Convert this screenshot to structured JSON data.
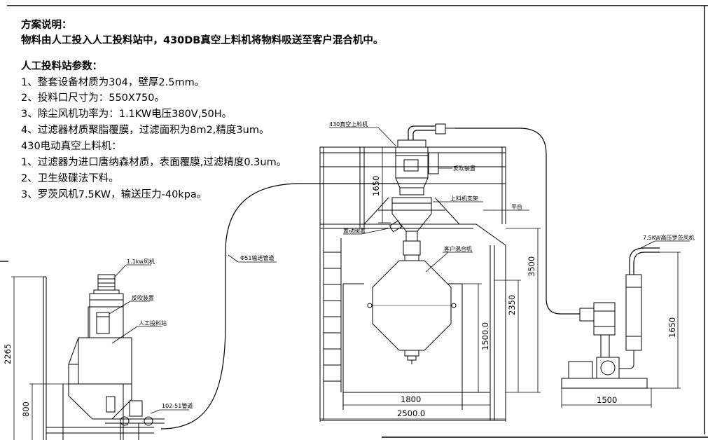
{
  "notes": {
    "scheme_title": "方案说明：",
    "scheme_desc": "物料由人工投入人工投料站中，430DB真空上料机将物料吸送至客户混合机中。",
    "station_title": "人工投料站参数：",
    "station_items": [
      "1、整套设备材质为304，壁厚2.5mm。",
      "2、投料口尺寸为：550X750。",
      "3、除尘风机功率为：1.1KW电压380V,50H。",
      "4、过滤器材质聚脂覆膜，过滤面积为8m2,精度3um。"
    ],
    "loader_title": "430电动真空上料机：",
    "loader_items": [
      "1、过滤器为进口唐纳森材质，表面覆膜,过滤精度0.3um。",
      "2、卫生级碟法下料。",
      "3、罗茨风机7.5KW，输送压力-40kpa。"
    ]
  },
  "labels": {
    "fan_1_1kw": "1.1kw风机",
    "blowback_left": "反吹装置",
    "manual_station": "人工投料站",
    "pipe_102": "102-51管道",
    "pipe_51": "Φ51输送管道",
    "vacuum_loader": "430真空上料机",
    "blowback_right": "反吹装置",
    "loader_bracket": "上料机支架",
    "platform": "平台",
    "inlet_valve": "置动阀置",
    "mixer": "客户混合机",
    "roots_blower": "7.5KW高压罗茨风机"
  },
  "dimensions": {
    "d_2265": "2265",
    "d_800": "800",
    "d_1650_loader": "1650",
    "d_3500": "3500",
    "d_2350": "2350",
    "d_1500_0": "1500.0",
    "d_1800": "1800",
    "d_2500_0": "2500.0",
    "d_1650_blower": "1650",
    "d_1500": "1500"
  }
}
